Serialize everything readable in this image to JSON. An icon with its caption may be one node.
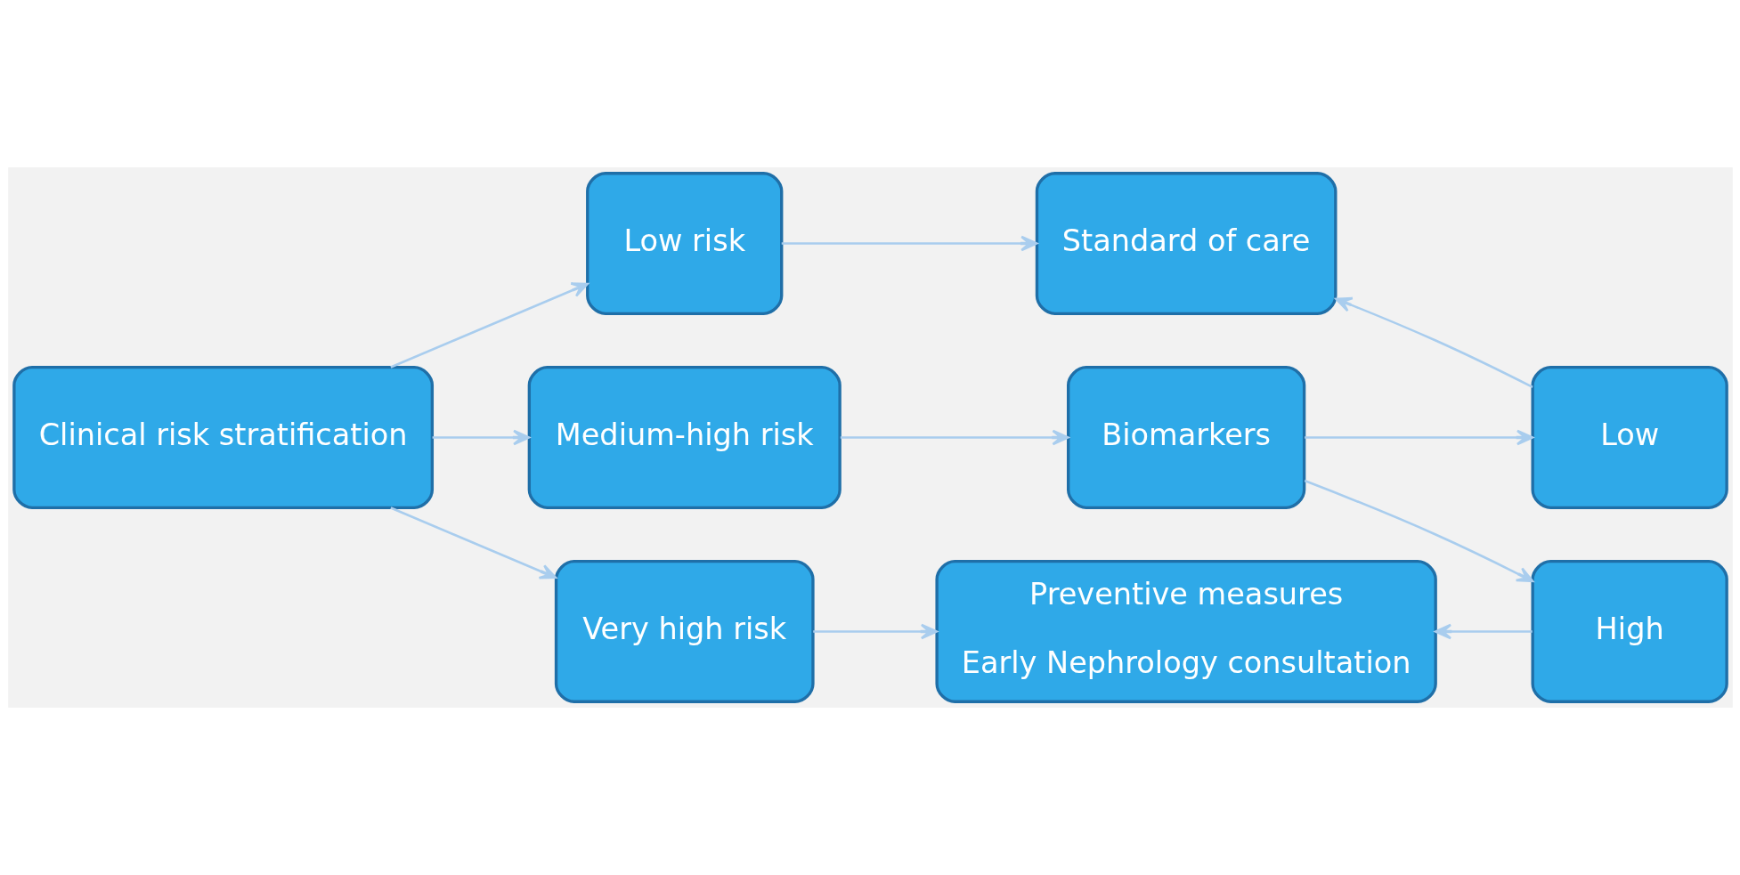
{
  "diagram": {
    "nodes": [
      {
        "text": [
          "Clinical risk stratification"
        ]
      },
      {
        "text": [
          "Low risk"
        ]
      },
      {
        "text": [
          "Medium-high risk"
        ]
      },
      {
        "text": [
          "Very high risk"
        ]
      },
      {
        "text": [
          "Standard of care"
        ]
      },
      {
        "text": [
          "Biomarkers"
        ]
      },
      {
        "text": [
          "Preventive measures",
          "Early Nephrology consultation"
        ]
      },
      {
        "text": [
          "Low"
        ]
      },
      {
        "text": [
          "High"
        ]
      }
    ],
    "edges": [
      {
        "from": 0,
        "to": 1,
        "arrow": "to"
      },
      {
        "from": 0,
        "to": 2,
        "arrow": "to"
      },
      {
        "from": 0,
        "to": 3,
        "arrow": "to"
      },
      {
        "from": 1,
        "to": 4,
        "arrow": "to"
      },
      {
        "from": 2,
        "to": 5,
        "arrow": "to"
      },
      {
        "from": 3,
        "to": 6,
        "arrow": "to"
      },
      {
        "from": 5,
        "to": 7,
        "arrow": "to"
      },
      {
        "from": 5,
        "to": 8,
        "arrow": "to"
      },
      {
        "from": 7,
        "to": 4,
        "arrow": "to"
      },
      {
        "from": 8,
        "to": 6,
        "arrow": "to"
      }
    ]
  }
}
